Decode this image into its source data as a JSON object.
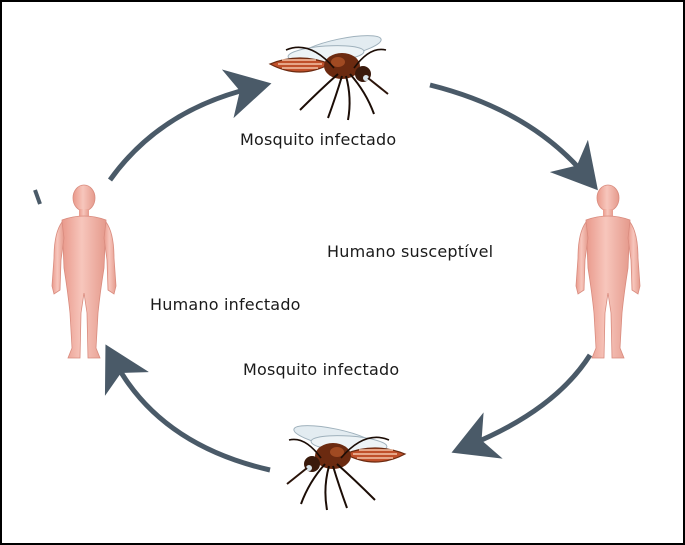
{
  "labels": {
    "top_mosquito": "Mosquito infectado",
    "right_human": "Humano susceptível",
    "left_human": "Humano infectado",
    "bottom_mosquito": "Mosquito infectado"
  },
  "icons": {
    "mosquito": "mosquito-icon",
    "human": "human-figure-icon",
    "arrow": "cycle-arrow"
  },
  "colors": {
    "arrow": "#4a5a68",
    "skin": "#f2b4a8",
    "skin_shadow": "#e39a8d",
    "mosquito_body": "#6b2a10",
    "mosquito_abdomen": "#c0502a",
    "wing": "#dde8ee",
    "border": "#000000"
  }
}
